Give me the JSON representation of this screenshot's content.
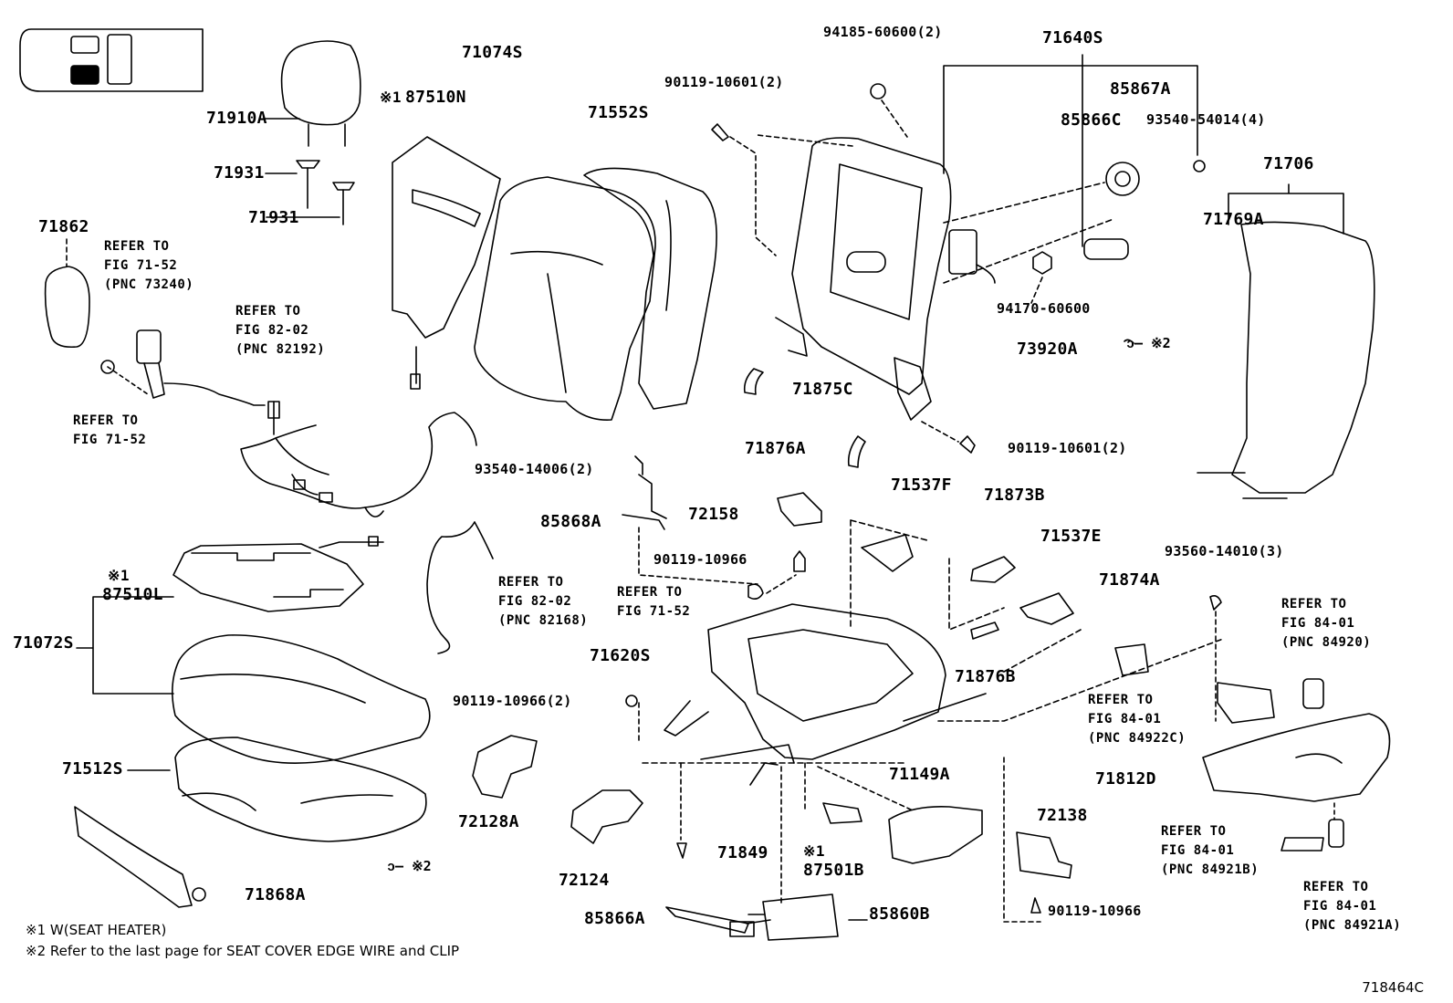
{
  "parts": {
    "p71910A": "71910A",
    "p71931a": "71931",
    "p71931b": "71931",
    "p71862": "71862",
    "p71074S": "71074S",
    "p87510N": "87510N",
    "p71552S": "71552S",
    "p90119_10601_2a": "90119-10601(2)",
    "p94185": "94185-60600(2)",
    "p71640S": "71640S",
    "p85867A": "85867A",
    "p85866C": "85866C",
    "p93540_54014": "93540-54014(4)",
    "p71706": "71706",
    "p71769A": "71769A",
    "p94170": "94170-60600",
    "p73920A": "73920A",
    "p71875C": "71875C",
    "p71876A": "71876A",
    "p90119_10601_2b": "90119-10601(2)",
    "p93540_14006": "93540-14006(2)",
    "p85868A": "85868A",
    "p72158": "72158",
    "p90119_10966a": "90119-10966",
    "p71537F": "71537F",
    "p71873B": "71873B",
    "p71537E": "71537E",
    "p93560_14010": "93560-14010(3)",
    "p71874A": "71874A",
    "p87510L": "87510L",
    "p71072S": "71072S",
    "p71620S": "71620S",
    "p71876B": "71876B",
    "p90119_10966_2": "90119-10966(2)",
    "p71512S": "71512S",
    "p72128A": "72128A",
    "p72124": "72124",
    "p71849": "71849",
    "p87501B": "87501B",
    "p71149A": "71149A",
    "p72138": "72138",
    "p71812D": "71812D",
    "p71868A": "71868A",
    "p85866A": "85866A",
    "p85860B": "85860B",
    "p90119_10966b": "90119-10966"
  },
  "refs": {
    "r1": "REFER TO\nFIG 71-52\n(PNC 73240)",
    "r2": "REFER TO\nFIG 82-02\n(PNC 82192)",
    "r3": "REFER TO\nFIG 71-52",
    "r4": "REFER TO\nFIG 82-02\n(PNC 82168)",
    "r5": "REFER TO\nFIG 71-52",
    "r6": "REFER TO\nFIG 84-01\n(PNC 84920)",
    "r7": "REFER TO\nFIG 84-01\n(PNC 84922C)",
    "r8": "REFER TO\nFIG 84-01\n(PNC 84921B)",
    "r9": "REFER TO\nFIG 84-01\n(PNC 84921A)"
  },
  "marks": {
    "m1": "※1",
    "m2": "※1",
    "m3": "※1",
    "s2a": "※2",
    "s2b": "※2",
    "s2c": "※2"
  },
  "notes": {
    "n1": "※1 W(SEAT  HEATER)",
    "n2": "※2 Refer to the last page for SEAT COVER EDGE WIRE and CLIP"
  },
  "code": "718464C"
}
